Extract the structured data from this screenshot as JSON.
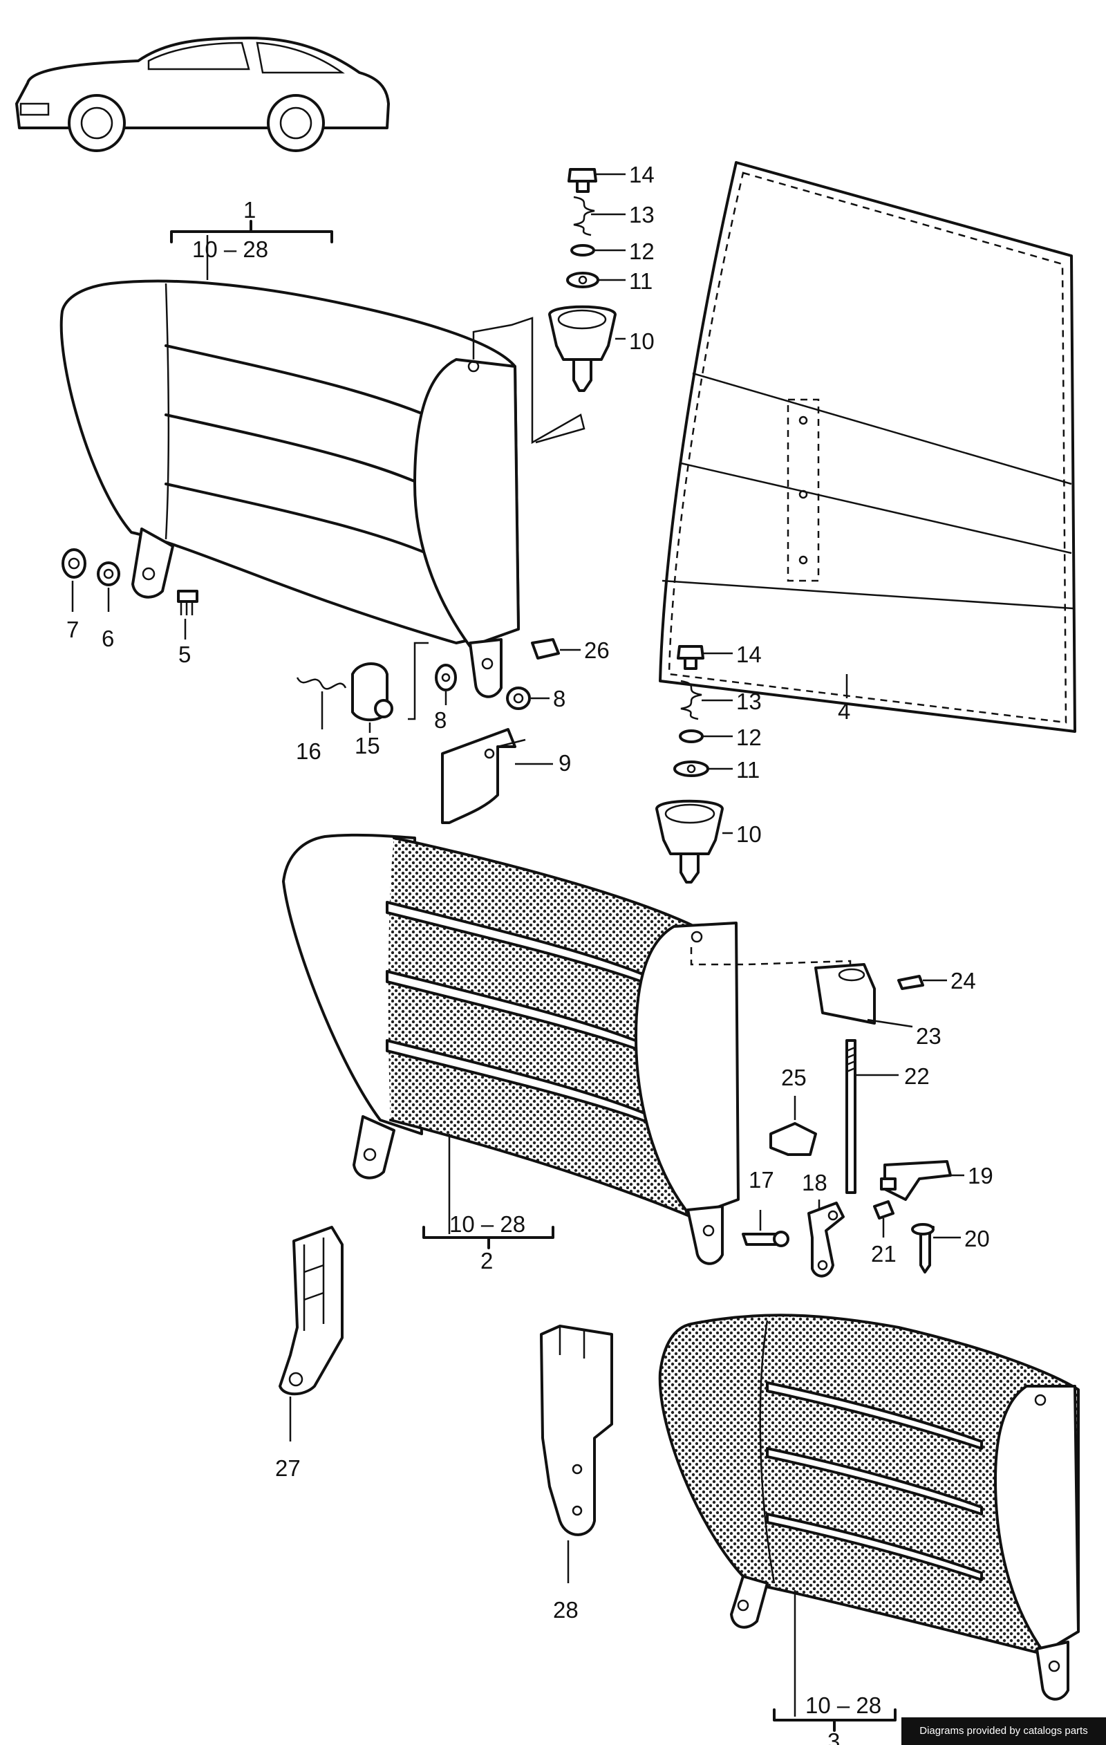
{
  "labels": {
    "p1": "1",
    "p2": "2",
    "p3": "3",
    "p4": "4",
    "p5": "5",
    "p6": "6",
    "p7": "7",
    "p8": "8",
    "p9": "9",
    "p10": "10",
    "p11": "11",
    "p12": "12",
    "p13": "13",
    "p14": "14",
    "p15": "15",
    "p16": "16",
    "p17": "17",
    "p18": "18",
    "p19": "19",
    "p20": "20",
    "p21": "21",
    "p22": "22",
    "p23": "23",
    "p24": "24",
    "p25": "25",
    "p26": "26",
    "p27": "27",
    "p28": "28",
    "range": "10 – 28"
  },
  "credit": "Diagrams provided by catalogs parts",
  "colors": {
    "ink": "#111111",
    "paper": "#ffffff",
    "credit_bg": "#111111",
    "credit_text": "#ffffff"
  },
  "icons": {
    "car": "porsche-911-coupe-icon"
  }
}
